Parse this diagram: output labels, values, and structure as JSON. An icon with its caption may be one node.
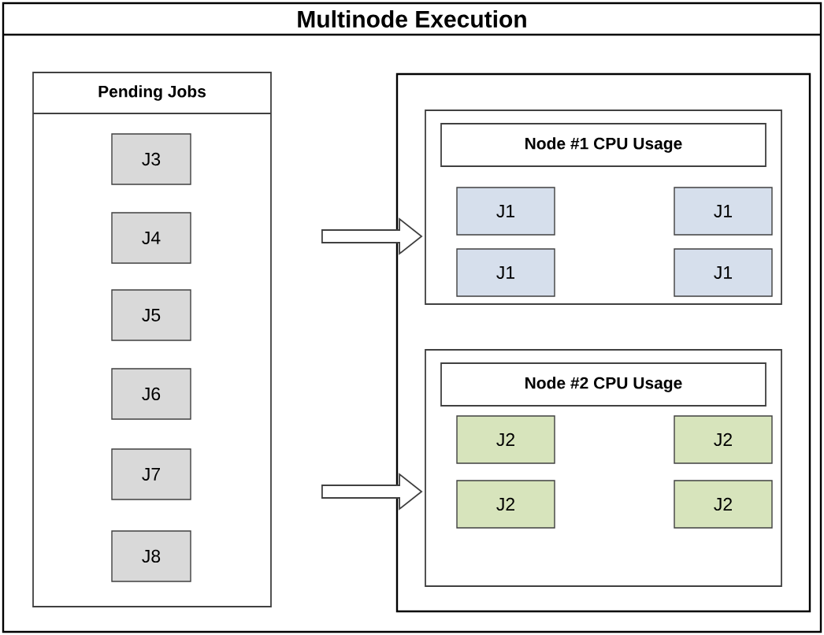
{
  "diagram": {
    "nodes": [
      {
        "text": [
          "Multinode Execution"
        ]
      },
      {
        "text": [
          "Pending Jobs"
        ],
        "in": 0
      },
      {
        "text": [
          "J3"
        ],
        "in": 1
      },
      {
        "text": [
          "J4"
        ],
        "in": 1
      },
      {
        "text": [
          "J5"
        ],
        "in": 1
      },
      {
        "text": [
          "J6"
        ],
        "in": 1
      },
      {
        "text": [
          "J7"
        ],
        "in": 1
      },
      {
        "text": [
          "J8"
        ],
        "in": 1
      },
      {
        "text": [],
        "shape": "box",
        "in": 0
      },
      {
        "text": [
          "Node #1 CPU Usage"
        ],
        "in": 8
      },
      {
        "text": [
          "J1"
        ],
        "in": 9
      },
      {
        "text": [
          "J1"
        ],
        "in": 9
      },
      {
        "text": [
          "J1"
        ],
        "in": 9
      },
      {
        "text": [
          "J1"
        ],
        "in": 9
      },
      {
        "text": [
          "Node #2 CPU Usage"
        ],
        "in": 8
      },
      {
        "text": [
          "J2"
        ],
        "in": 14
      },
      {
        "text": [
          "J2"
        ],
        "in": 14
      },
      {
        "text": [
          "J2"
        ],
        "in": 14
      },
      {
        "text": [
          "J2"
        ],
        "in": 14
      }
    ],
    "edges": [
      {
        "from": 1,
        "to": 9,
        "arrow": "to"
      },
      {
        "from": 1,
        "to": 14,
        "arrow": "to"
      }
    ]
  }
}
